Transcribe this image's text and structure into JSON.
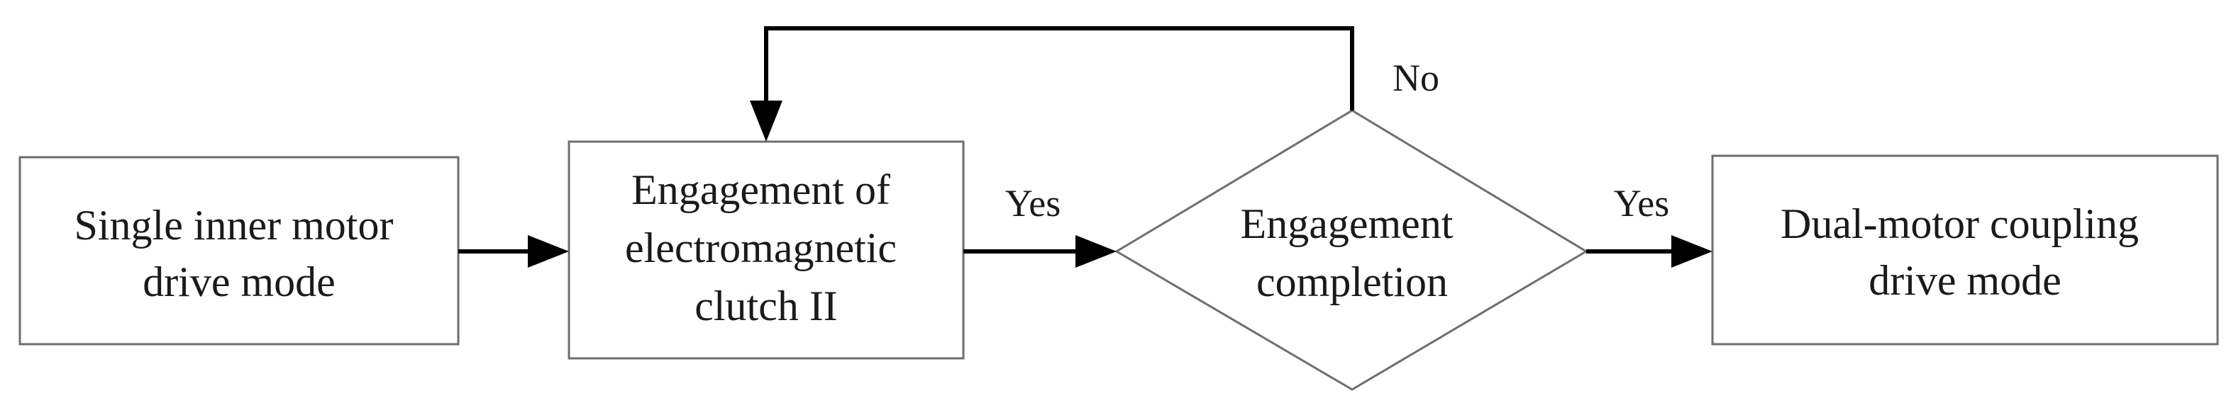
{
  "nodes": {
    "single": {
      "lines": [
        "Single inner motor",
        "drive mode"
      ]
    },
    "clutch": {
      "lines": [
        "Engagement of",
        "electromagnetic",
        "clutch II"
      ]
    },
    "decision": {
      "lines": [
        "Engagement",
        "completion"
      ]
    },
    "dual": {
      "lines": [
        "Dual-motor coupling",
        "drive mode"
      ]
    }
  },
  "edges": {
    "clutch_to_decision": {
      "label": "Yes"
    },
    "decision_to_dual": {
      "label": "Yes"
    },
    "decision_loop_back": {
      "label": "No"
    }
  },
  "colors": {
    "box_border": "#6e6e6e",
    "arrow": "#000000",
    "text": "#1a1a1a"
  }
}
